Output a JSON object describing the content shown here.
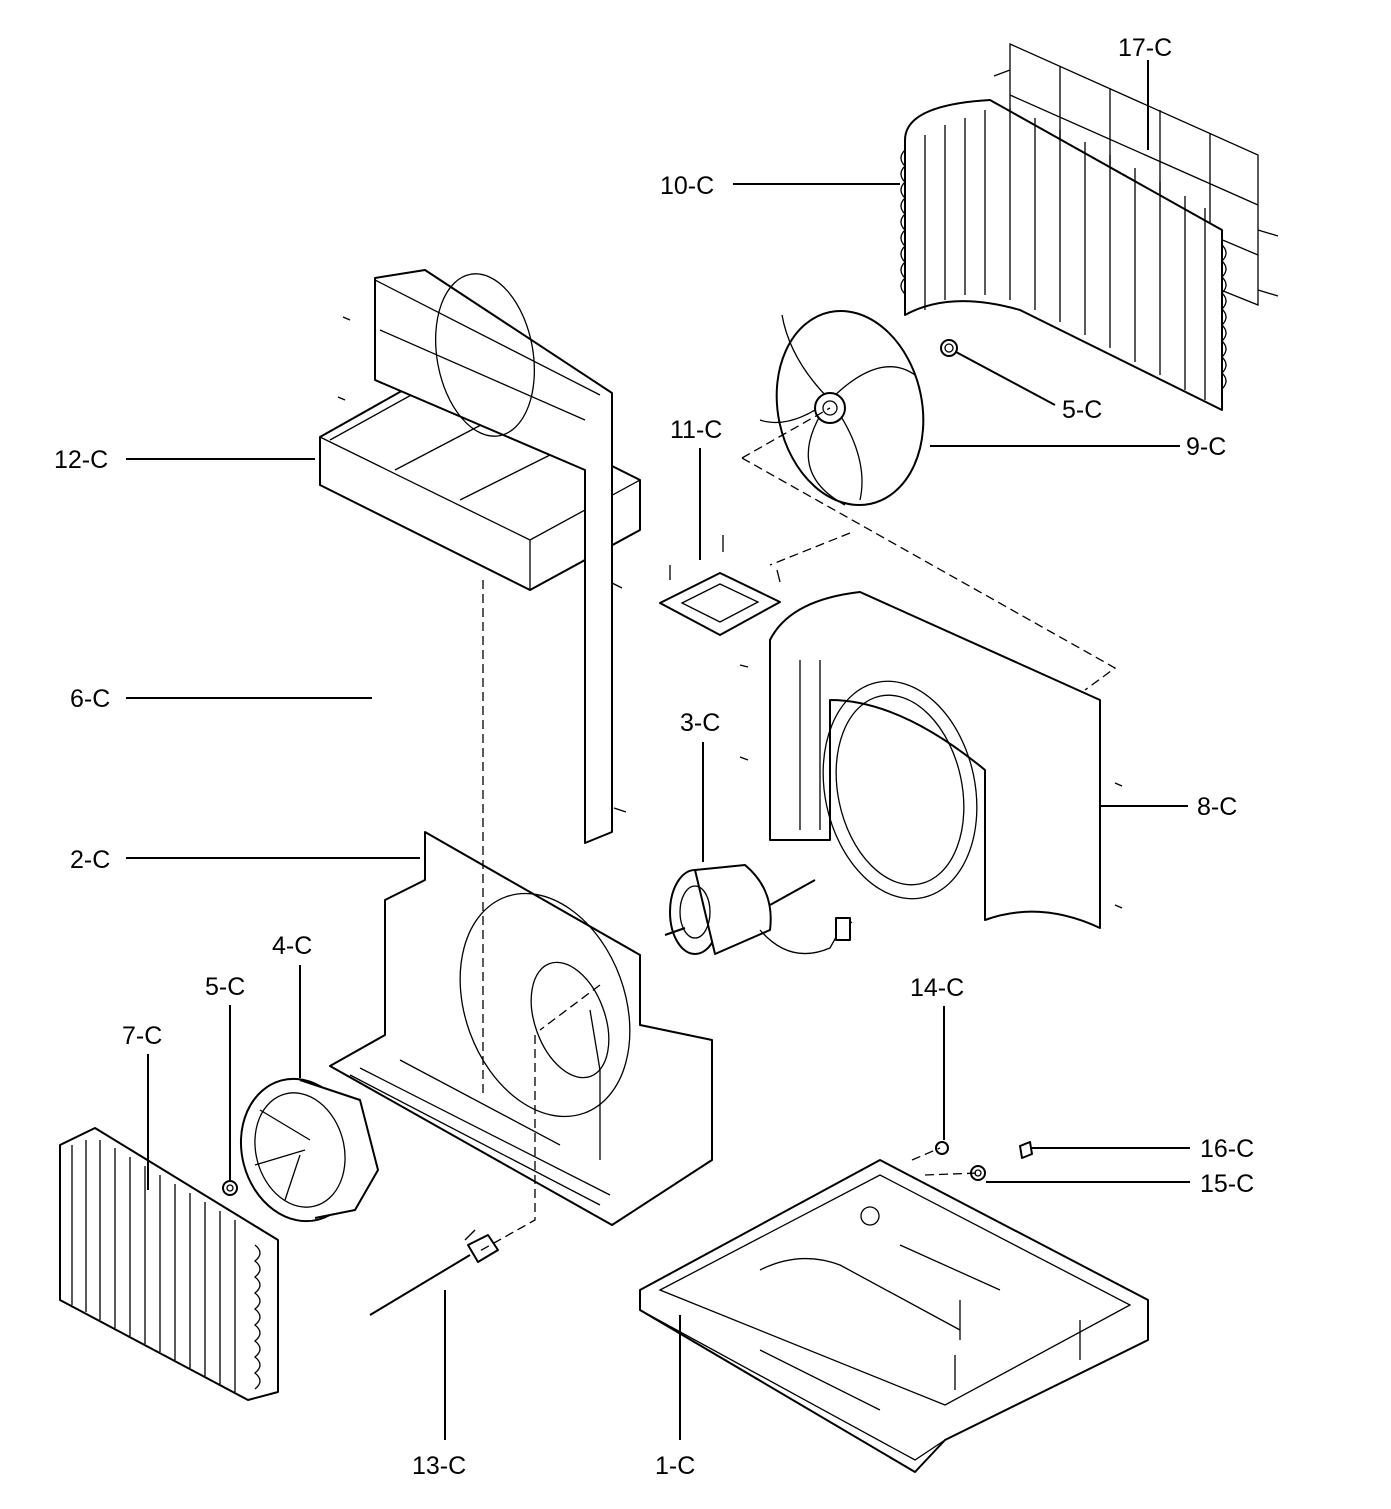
{
  "diagram": {
    "parts": [
      {
        "id": "p17",
        "label": "17-C"
      },
      {
        "id": "p10",
        "label": "10-C"
      },
      {
        "id": "p5a",
        "label": "5-C"
      },
      {
        "id": "p9",
        "label": "9-C"
      },
      {
        "id": "p12",
        "label": "12-C"
      },
      {
        "id": "p11",
        "label": "11-C"
      },
      {
        "id": "p6",
        "label": "6-C"
      },
      {
        "id": "p3",
        "label": "3-C"
      },
      {
        "id": "p8",
        "label": "8-C"
      },
      {
        "id": "p2",
        "label": "2-C"
      },
      {
        "id": "p4",
        "label": "4-C"
      },
      {
        "id": "p5b",
        "label": "5-C"
      },
      {
        "id": "p7",
        "label": "7-C"
      },
      {
        "id": "p14",
        "label": "14-C"
      },
      {
        "id": "p16",
        "label": "16-C"
      },
      {
        "id": "p15",
        "label": "15-C"
      },
      {
        "id": "p13",
        "label": "13-C"
      },
      {
        "id": "p1",
        "label": "1-C"
      }
    ]
  }
}
